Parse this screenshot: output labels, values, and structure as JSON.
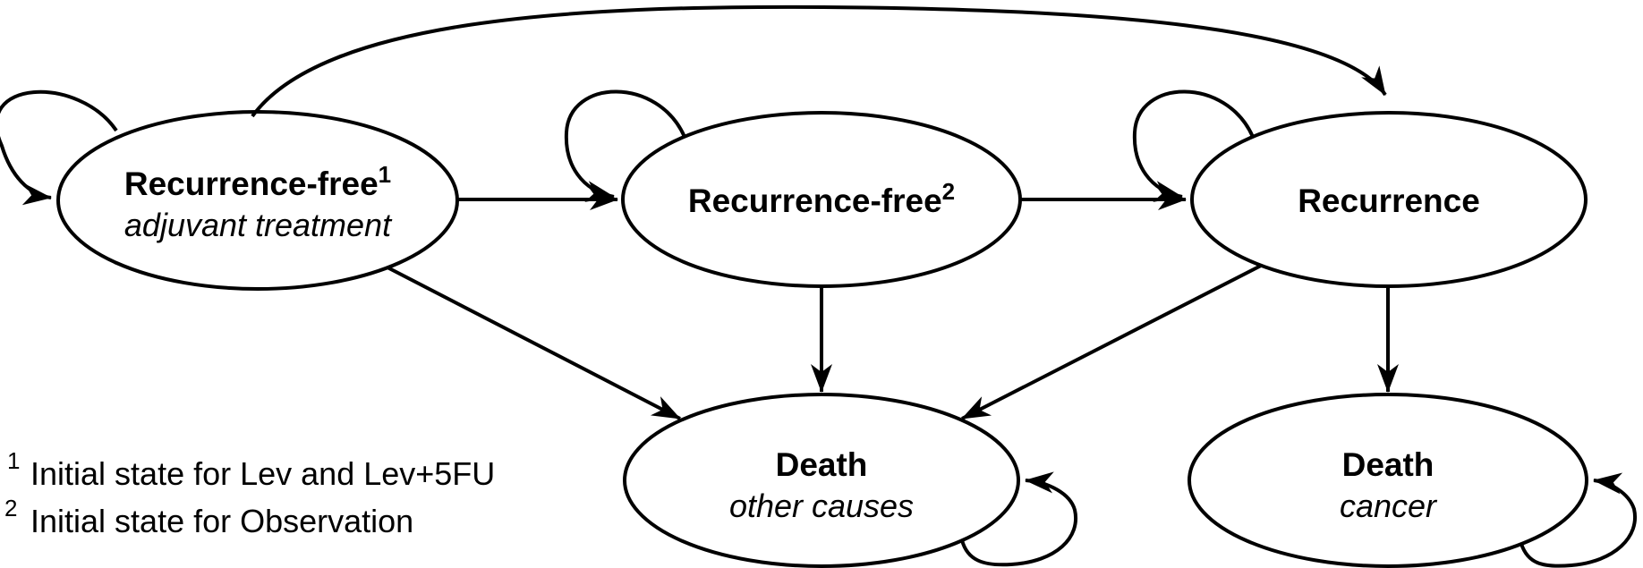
{
  "figure": {
    "type": "state-transition-diagram",
    "background_color": "#ffffff",
    "line_color": "#000000"
  },
  "states": [
    {
      "id": "rf1",
      "label": "Recurrence-free",
      "sup": "1",
      "sublabel": "adjuvant treatment"
    },
    {
      "id": "rf2",
      "label": "Recurrence-free",
      "sup": "2",
      "sublabel": ""
    },
    {
      "id": "recurrence",
      "label": "Recurrence",
      "sup": "",
      "sublabel": ""
    },
    {
      "id": "death-other",
      "label": "Death",
      "sup": "",
      "sublabel": "other causes"
    },
    {
      "id": "death-cancer",
      "label": "Death",
      "sup": "",
      "sublabel": "cancer"
    }
  ],
  "transitions": [
    {
      "from": "rf1",
      "to": "rf1"
    },
    {
      "from": "rf1",
      "to": "rf2"
    },
    {
      "from": "rf1",
      "to": "recurrence"
    },
    {
      "from": "rf1",
      "to": "death-other"
    },
    {
      "from": "rf2",
      "to": "rf2"
    },
    {
      "from": "rf2",
      "to": "recurrence"
    },
    {
      "from": "rf2",
      "to": "death-other"
    },
    {
      "from": "recurrence",
      "to": "recurrence"
    },
    {
      "from": "recurrence",
      "to": "death-other"
    },
    {
      "from": "recurrence",
      "to": "death-cancer"
    },
    {
      "from": "death-other",
      "to": "death-other"
    },
    {
      "from": "death-cancer",
      "to": "death-cancer"
    }
  ],
  "footnotes": [
    {
      "sup": "1",
      "text": "Initial state for Lev and Lev+5FU"
    },
    {
      "sup": "2",
      "text": "Initial state for Observation"
    }
  ]
}
